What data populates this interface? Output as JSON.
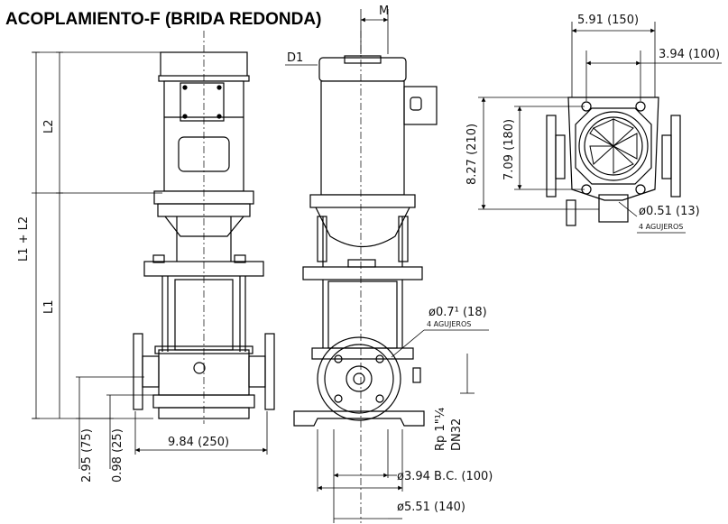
{
  "title": "ACOPLAMIENTO-F (BRIDA REDONDA)",
  "labels": {
    "M": "M",
    "D1": "D1",
    "L2": "L2",
    "L1_L2": "L1 + L2",
    "L1": "L1",
    "dim_591": "5.91 (150)",
    "dim_394": "3.94 (100)",
    "dim_827": "8.27 (210)",
    "dim_709": "7.09 (180)",
    "dim_051": "ø0.51 (13)",
    "holes_4_top": "4 AGUJEROS",
    "dim_071": "ø0.7¹ (18)",
    "holes_4_mid": "4 AGUJEROS",
    "dim_984": "9.84 (250)",
    "dim_295": "2.95 (75)",
    "dim_098": "0.98 (25)",
    "rp": "Rp 1\"¼",
    "dn": "DN32",
    "bc": "ø3.94 B.C. (100)",
    "dim_551": "ø5.51 (140)"
  }
}
